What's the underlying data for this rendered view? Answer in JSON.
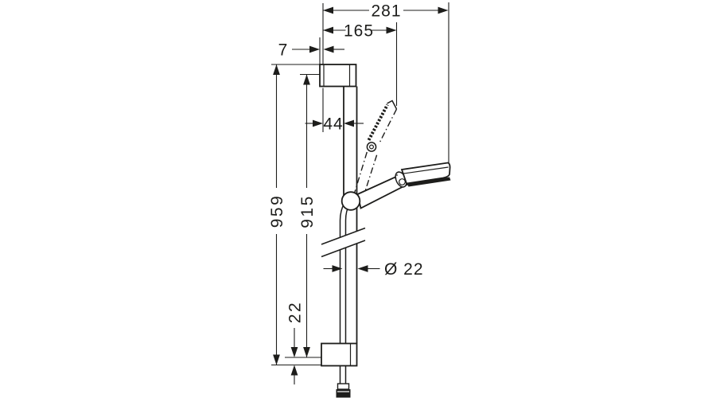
{
  "drawing": {
    "background": "#ffffff",
    "line_color": "#1d1d1b",
    "dimensions": {
      "overall_depth_mm": "281",
      "spray_distance_mm": "165",
      "wall_offset_mm": "7",
      "bar_offset_mm": "44",
      "bar_length_mm": "959",
      "hole_spacing_mm": "915",
      "bar_diameter": "Ø 22",
      "end_to_hole_mm": "22"
    }
  }
}
